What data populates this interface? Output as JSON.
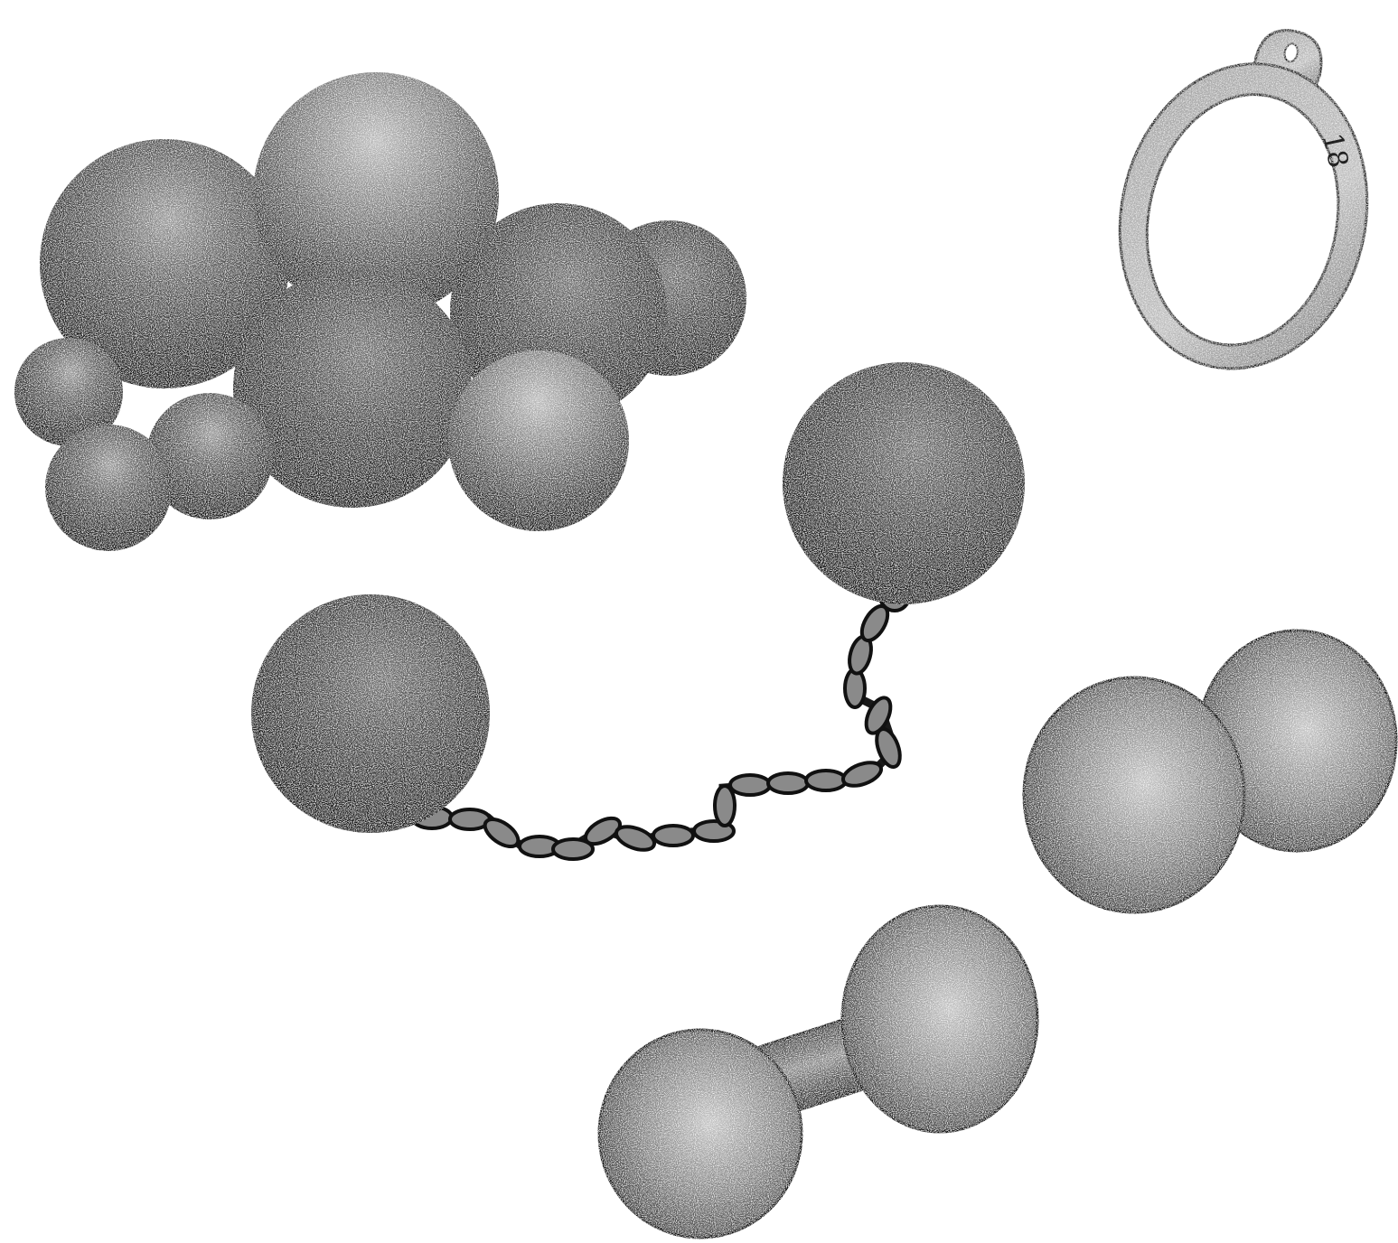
{
  "illustration": {
    "style": "stippled pen-and-ink engraving",
    "background_color": "#ffffff",
    "ink_color": "#111111",
    "highlight_color": "#f4f4f4",
    "objects": [
      "cannonball-pile",
      "iron-ring",
      "chain-shot",
      "dumbbell-weight-upper",
      "dumbbell-weight-lower"
    ]
  },
  "ring": {
    "marking": "18"
  }
}
